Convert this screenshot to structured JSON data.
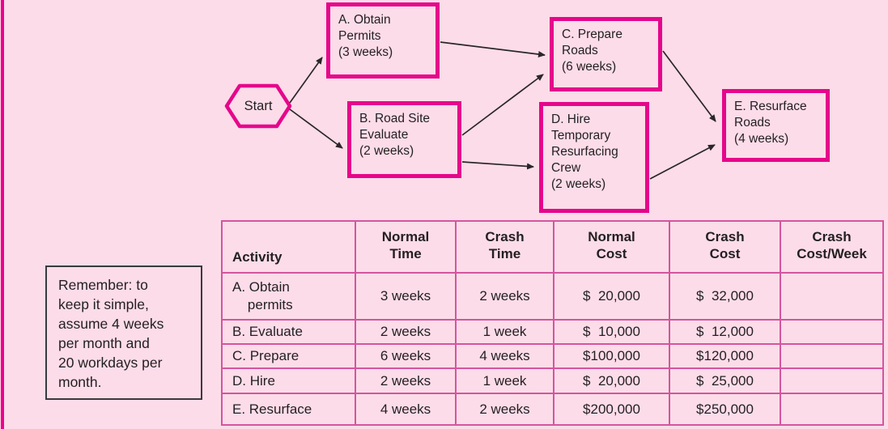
{
  "page": {
    "background_color": "#fcdce9",
    "accent_color": "#e6068b",
    "table_border_color": "#d4559e",
    "note_border_color": "#3a3a3a",
    "text_color": "#231f20"
  },
  "diagram": {
    "start_label": "Start",
    "nodes": [
      {
        "id": "A",
        "text": "A. Obtain\nPermits\n(3 weeks)"
      },
      {
        "id": "B",
        "text": "B. Road Site\nEvaluate\n(2 weeks)"
      },
      {
        "id": "C",
        "text": "C. Prepare\nRoads\n(6 weeks)"
      },
      {
        "id": "D",
        "text": "D. Hire\nTemporary\nResurfacing\nCrew\n(2 weeks)"
      },
      {
        "id": "E",
        "text": "E. Resurface\nRoads\n(4 weeks)"
      }
    ],
    "edges": [
      {
        "from": "Start",
        "to": "A"
      },
      {
        "from": "Start",
        "to": "B"
      },
      {
        "from": "A",
        "to": "C"
      },
      {
        "from": "B",
        "to": "C"
      },
      {
        "from": "B",
        "to": "D"
      },
      {
        "from": "C",
        "to": "E"
      },
      {
        "from": "D",
        "to": "E"
      }
    ]
  },
  "note": {
    "text": "Remember: to\nkeep it simple,\nassume 4 weeks\nper month and\n20 workdays per\nmonth."
  },
  "table": {
    "headers": [
      "Activity",
      "Normal\nTime",
      "Crash\nTime",
      "Normal\nCost",
      "Crash\nCost",
      "Crash\nCost/Week"
    ],
    "rows": [
      {
        "activity": "A. Obtain\n    permits",
        "normal_time": "3 weeks",
        "crash_time": "2 weeks",
        "normal_cost": "$  20,000",
        "crash_cost": "$  32,000",
        "crash_cost_week": ""
      },
      {
        "activity": "B. Evaluate",
        "normal_time": "2 weeks",
        "crash_time": "1 week",
        "normal_cost": "$  10,000",
        "crash_cost": "$  12,000",
        "crash_cost_week": ""
      },
      {
        "activity": "C. Prepare",
        "normal_time": "6 weeks",
        "crash_time": "4 weeks",
        "normal_cost": "$100,000",
        "crash_cost": "$120,000",
        "crash_cost_week": ""
      },
      {
        "activity": "D. Hire",
        "normal_time": "2 weeks",
        "crash_time": "1 week",
        "normal_cost": "$  20,000",
        "crash_cost": "$  25,000",
        "crash_cost_week": ""
      },
      {
        "activity": "E. Resurface",
        "normal_time": "4 weeks",
        "crash_time": "2 weeks",
        "normal_cost": "$200,000",
        "crash_cost": "$250,000",
        "crash_cost_week": ""
      }
    ]
  }
}
